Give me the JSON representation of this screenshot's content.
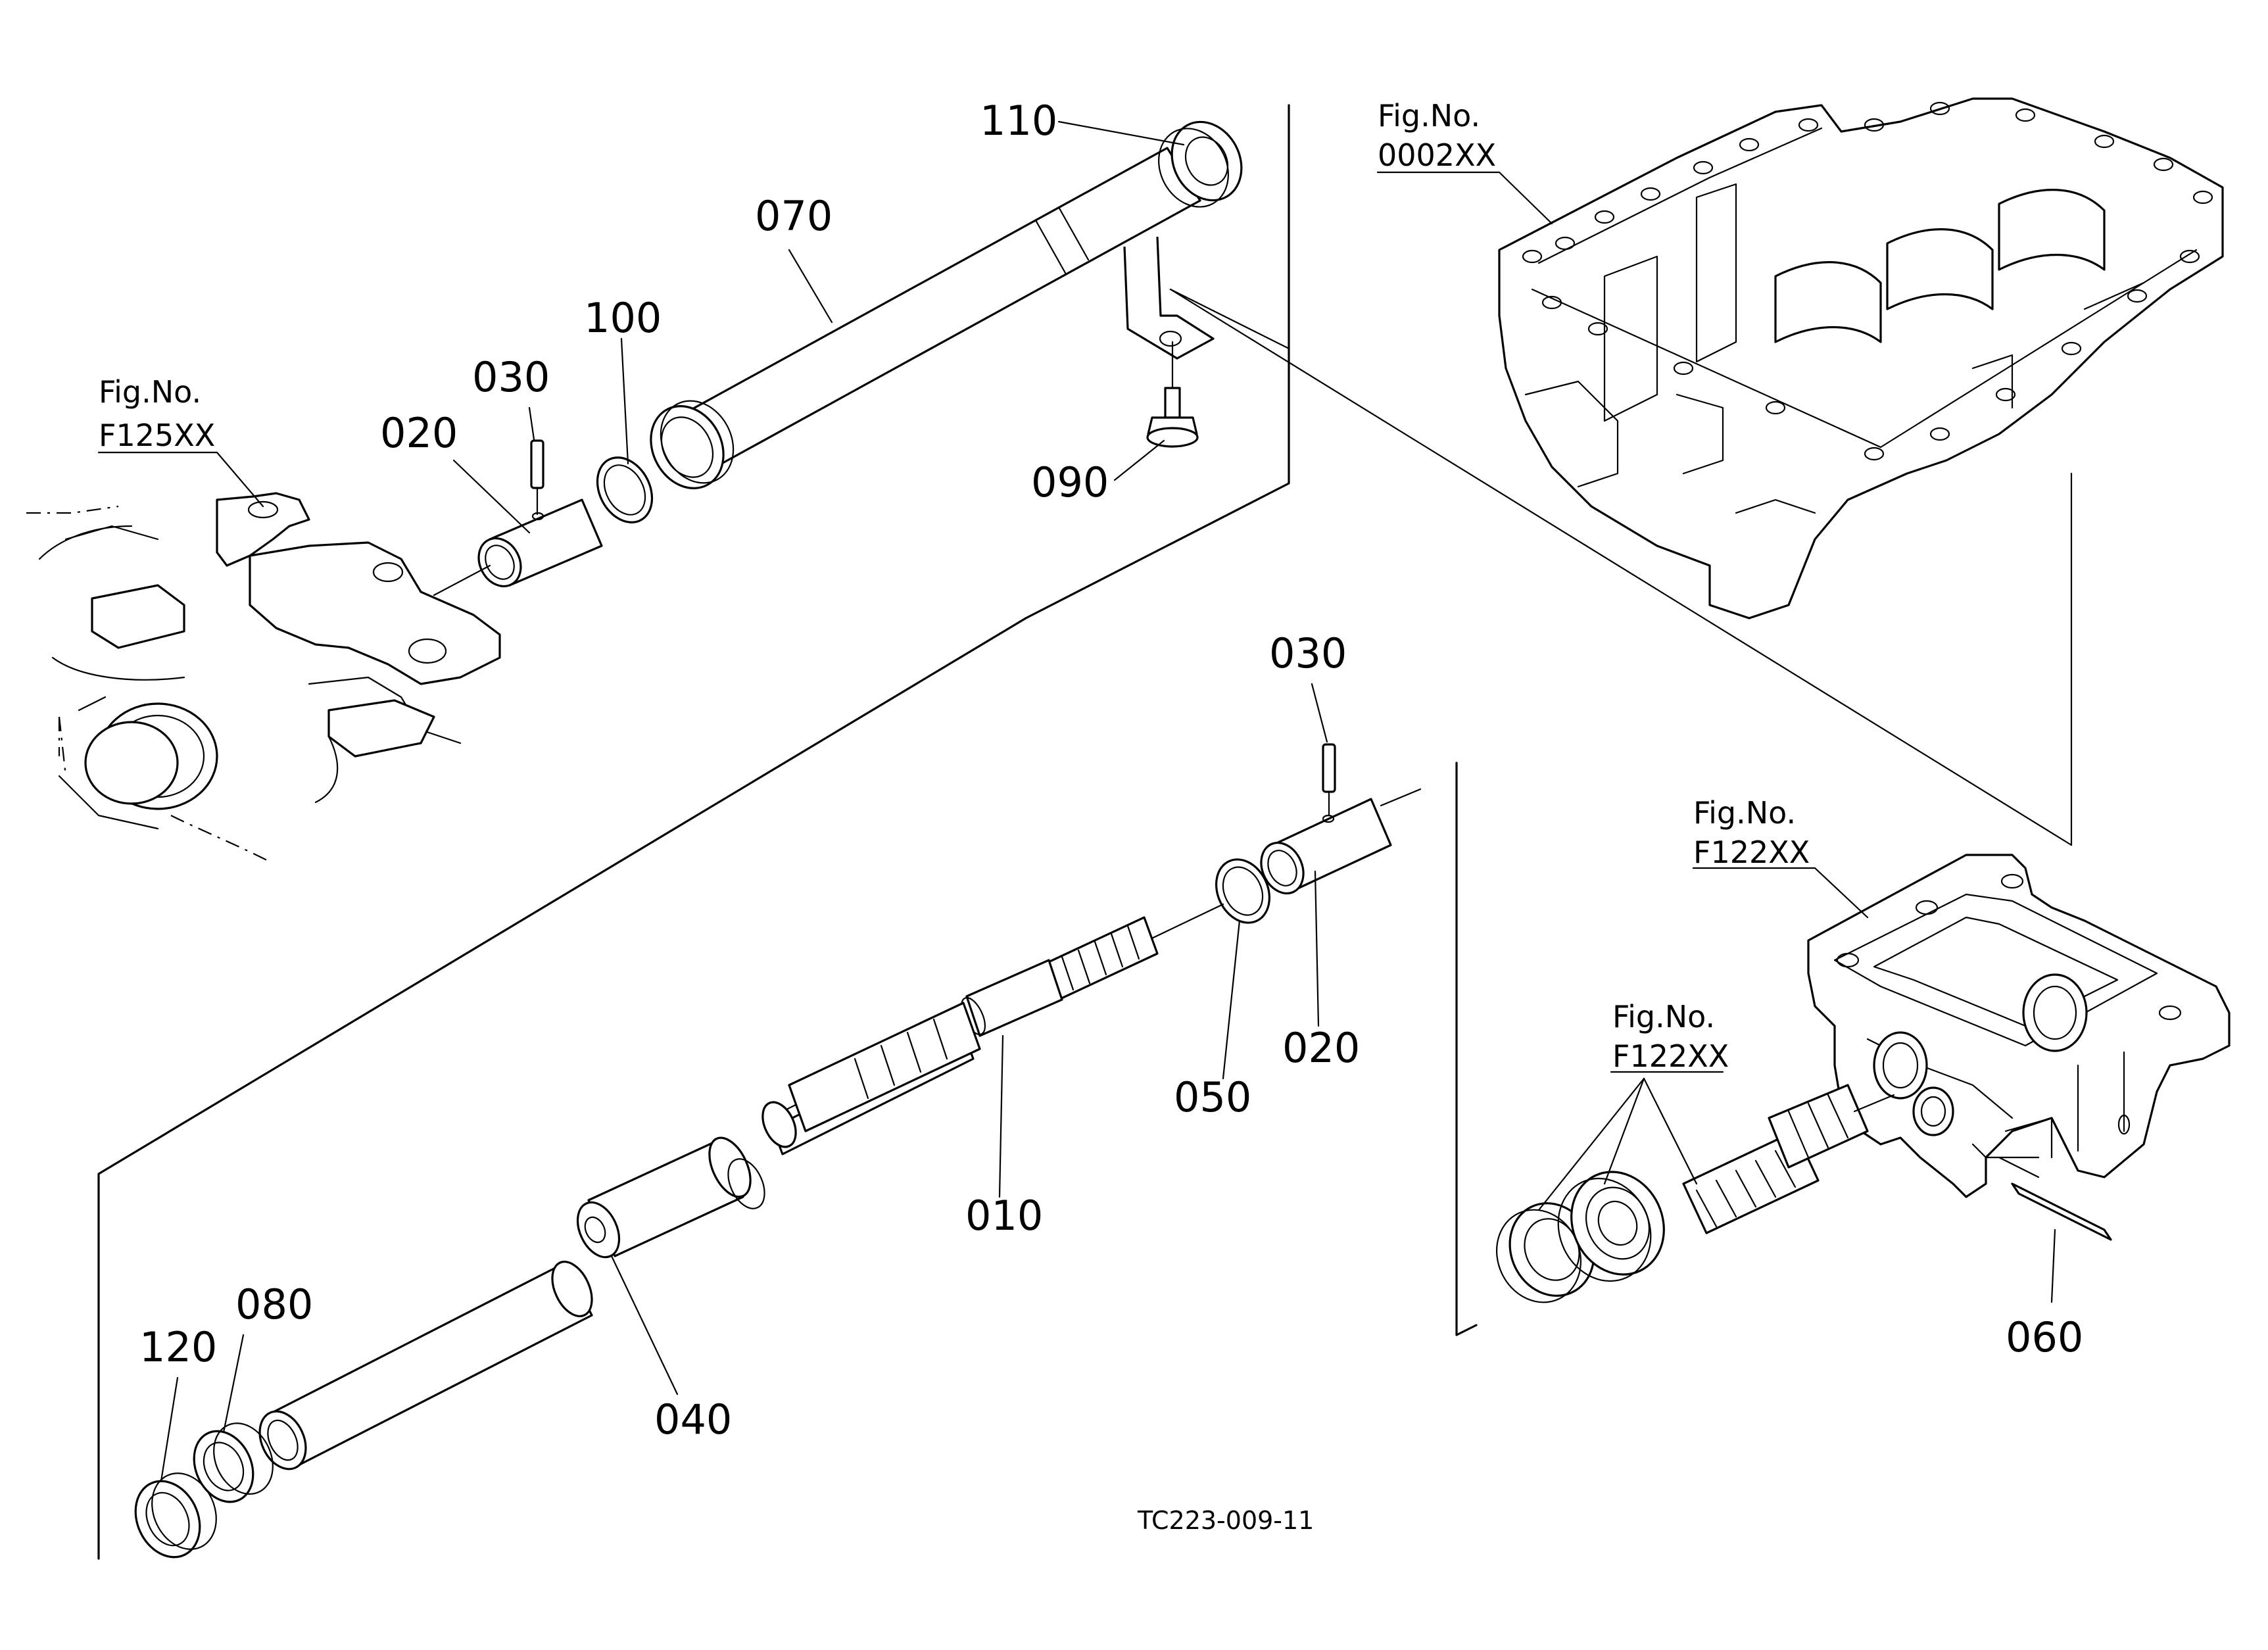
{
  "diagram": {
    "drawing_code": "TC223-009-11",
    "figure_refs": [
      {
        "id": "f125",
        "line1": "Fig.No.",
        "line2": "F125XX"
      },
      {
        "id": "f0002",
        "line1": "Fig.No.",
        "line2": "0002XX"
      },
      {
        "id": "f122a",
        "line1": "Fig.No.",
        "line2": "F122XX"
      },
      {
        "id": "f122b",
        "line1": "Fig.No.",
        "line2": "F122XX"
      }
    ],
    "callouts": {
      "c110": "110",
      "c070": "070",
      "c100": "100",
      "c030a": "030",
      "c020a": "020",
      "c090": "090",
      "c030b": "030",
      "c050": "050",
      "c020b": "020",
      "c010": "010",
      "c040": "040",
      "c080": "080",
      "c120": "120",
      "c060": "060"
    }
  }
}
